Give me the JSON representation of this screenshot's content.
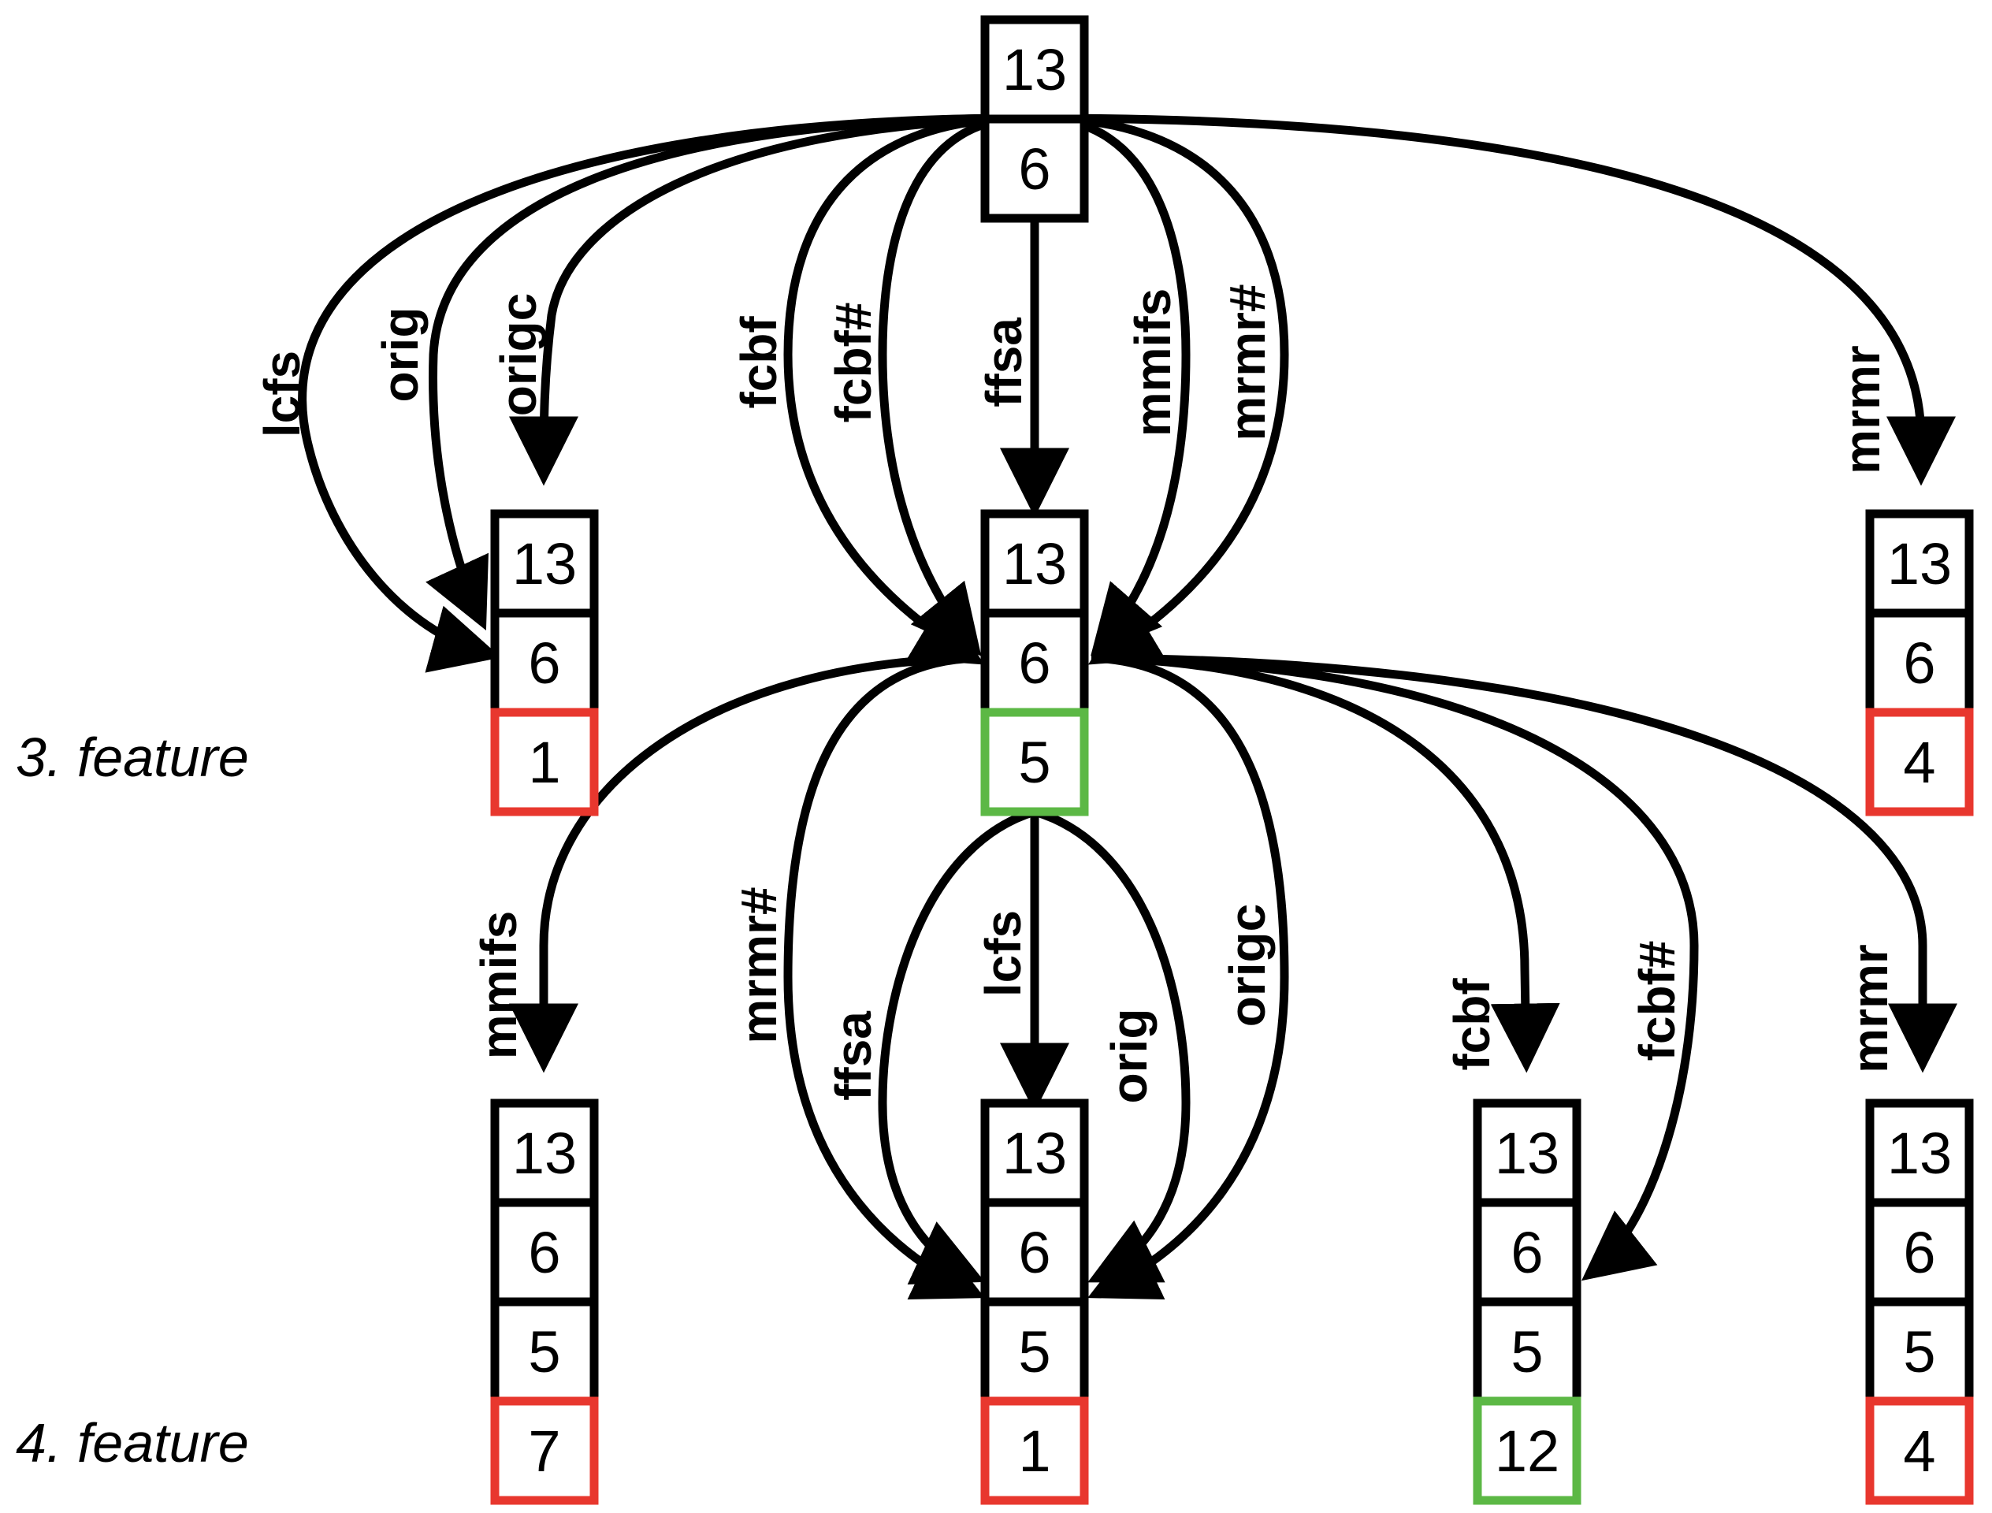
{
  "colors": {
    "ink": "#000000",
    "red": "#e8372e",
    "green": "#5cb845",
    "background": "#ffffff"
  },
  "row_labels": {
    "row3": "3. feature",
    "row4": "4. feature"
  },
  "nodes": {
    "root": {
      "cells": [
        "13",
        "6"
      ],
      "highlight": "none"
    },
    "l3_a": {
      "cells": [
        "13",
        "6",
        "1"
      ],
      "highlight": "red"
    },
    "l3_b": {
      "cells": [
        "13",
        "6",
        "5"
      ],
      "highlight": "green"
    },
    "l3_c": {
      "cells": [
        "13",
        "6",
        "4"
      ],
      "highlight": "red"
    },
    "l4_a": {
      "cells": [
        "13",
        "6",
        "5",
        "7"
      ],
      "highlight": "red"
    },
    "l4_b": {
      "cells": [
        "13",
        "6",
        "5",
        "1"
      ],
      "highlight": "red"
    },
    "l4_c": {
      "cells": [
        "13",
        "6",
        "5",
        "12"
      ],
      "highlight": "green"
    },
    "l4_d": {
      "cells": [
        "13",
        "6",
        "5",
        "4"
      ],
      "highlight": "red"
    }
  },
  "edges": {
    "root_to_l3a": [
      "lcfs",
      "orig",
      "origc"
    ],
    "root_to_l3b": [
      "fcbf",
      "fcbf#",
      "ffsa",
      "mmifs",
      "mrmr#"
    ],
    "root_to_l3c": [
      "mrmr"
    ],
    "l3b_to_l4a": [
      "mmifs"
    ],
    "l3b_to_l4b": [
      "mrmr#",
      "ffsa",
      "lcfs",
      "orig",
      "origc"
    ],
    "l3b_to_l4c": [
      "fcbf",
      "fcbf#"
    ],
    "l3b_to_l4d": [
      "mrmr"
    ]
  }
}
